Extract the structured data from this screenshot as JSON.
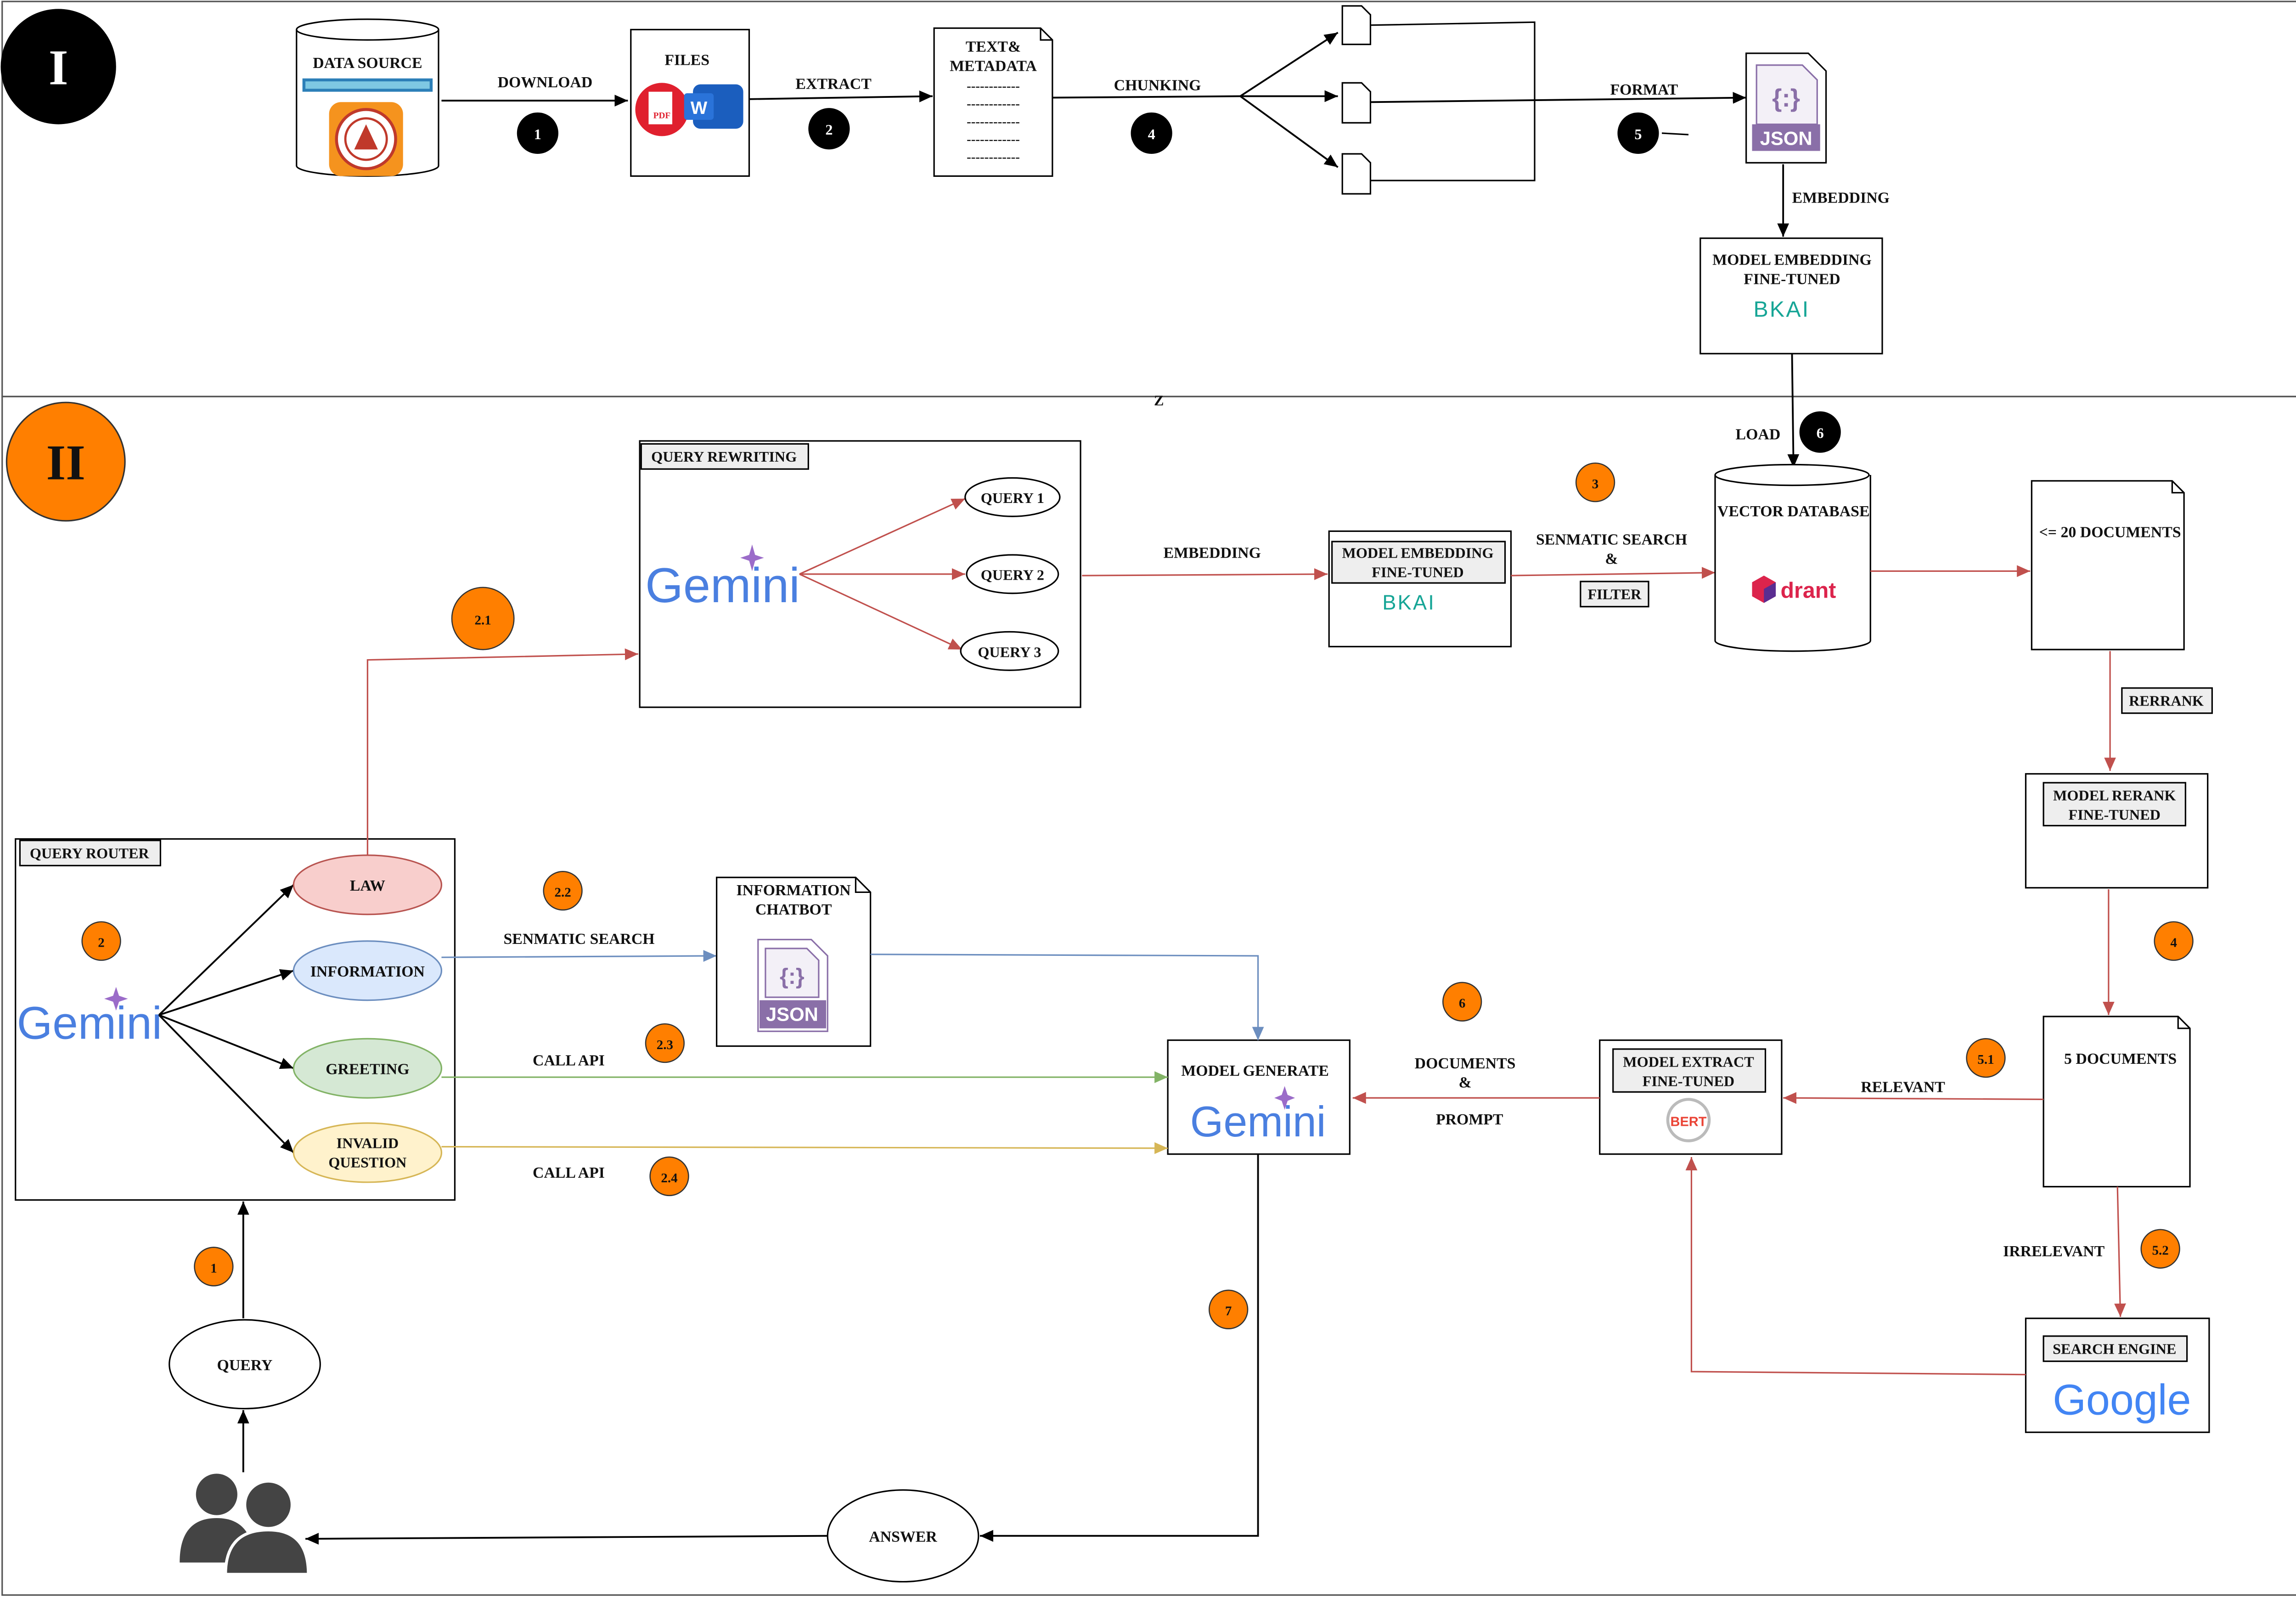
{
  "sections": {
    "part1_label": "I",
    "part2_label": "II",
    "divider_mark": "Z"
  },
  "colors": {
    "black": "#000000",
    "orange": "#ff7f00",
    "red_line": "#c0504d",
    "blue_line": "#6c8ebf",
    "green_line": "#82b366",
    "yellow_line": "#d6b656",
    "law_fill": "#f8cecc",
    "law_stroke": "#b85450",
    "info_fill": "#dae8fc",
    "info_stroke": "#6c8ebf",
    "greeting_fill": "#d5e8d4",
    "greeting_stroke": "#82b366",
    "invalid_fill": "#fff2cc",
    "invalid_stroke": "#d6b656",
    "label_box_fill": "#eeeeee",
    "gemini_blue": "#4a7fe0",
    "gemini_purple": "#9b6cc9",
    "gemini_red": "#d9607a",
    "bkai_teal": "#16a596",
    "json_purple": "#8a6fa8",
    "qdrant_pink": "#dc244c",
    "qdrant_purple": "#5a2d91"
  },
  "pipeline1": {
    "data_source": "DATA SOURCE",
    "download": "DOWNLOAD",
    "files": "FILES",
    "extract": "EXTRACT",
    "text_metadata_line1": "TEXT&",
    "text_metadata_line2": "METADATA",
    "dash_line": "------------",
    "chunking": "CHUNKING",
    "format": "FORMAT",
    "json": "JSON",
    "embedding": "EMBEDDING",
    "model_embedding_line1": "MODEL EMBEDDING",
    "model_embedding_line2": "FINE-TUNED",
    "bkai": "BKAI",
    "pdf_badge": "PDF",
    "word_badge": "W",
    "step1": "1",
    "step2": "2",
    "step4": "4",
    "step5": "5"
  },
  "pipeline2": {
    "load": "LOAD",
    "step6_black": "6",
    "query_rewriting": "QUERY REWRITING",
    "gemini": "Gemini",
    "query1": "QUERY 1",
    "query2": "QUERY 2",
    "query3": "QUERY 3",
    "embedding": "EMBEDDING",
    "model_embedding_line1": "MODEL EMBEDDING",
    "model_embedding_line2": "FINE-TUNED",
    "bkai": "BKAI",
    "senmatic_search": "SENMATIC SEARCH",
    "ampersand": "&",
    "filter": "FILTER",
    "vector_database": "VECTOR DATABASE",
    "qdrant": "drant",
    "docs20": "<= 20 DOCUMENTS",
    "rerrank": "RERRANK",
    "model_rerank_line1": "MODEL RERANK",
    "model_rerank_line2": "FINE-TUNED",
    "docs5": "5 DOCUMENTS",
    "relevant": "RELEVANT",
    "irrelevant": "IRRELEVANT",
    "search_engine": "SEARCH ENGINE",
    "google": "Google",
    "model_extract_line1": "MODEL EXTRACT",
    "model_extract_line2": "FINE-TUNED",
    "bert": "BERT",
    "documents": "DOCUMENTS",
    "prompt": "PROMPT",
    "model_generate": "MODEL GENERATE",
    "query_router": "QUERY ROUTER",
    "law": "LAW",
    "information": "INFORMATION",
    "greeting": "GREETING",
    "invalid_line1": "INVALID",
    "invalid_line2": "QUESTION",
    "info_chatbot_line1": "INFORMATION",
    "info_chatbot_line2": "CHATBOT",
    "json": "JSON",
    "senmatic_search_info": "SENMATIC SEARCH",
    "call_api_1": "CALL API",
    "call_api_2": "CALL API",
    "query": "QUERY",
    "answer": "ANSWER",
    "s1": "1",
    "s2": "2",
    "s2_1": "2.1",
    "s2_2": "2.2",
    "s2_3": "2.3",
    "s2_4": "2.4",
    "s3": "3",
    "s4": "4",
    "s5_1": "5.1",
    "s5_2": "5.2",
    "s6": "6",
    "s7": "7"
  }
}
